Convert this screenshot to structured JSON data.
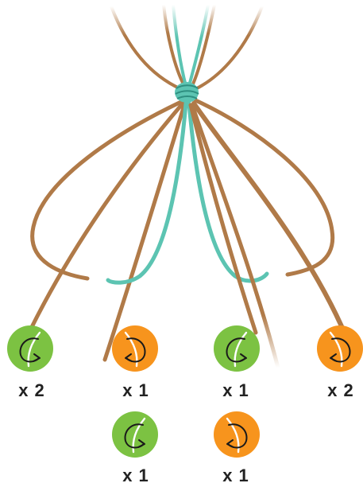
{
  "colors": {
    "strand": "#b07a48",
    "strand_dark": "#8e5d33",
    "teal": "#5cc4b2",
    "green": "#7cc242",
    "orange": "#f7941d",
    "knot_stroke": "#1a1a1a"
  },
  "knots": [
    {
      "name": "forward-knot",
      "color": "green",
      "direction": "clockwise",
      "count_label": "x 2"
    },
    {
      "name": "backward-knot",
      "color": "orange",
      "direction": "counterclockwise",
      "count_label": "x 1"
    },
    {
      "name": "forward-knot",
      "color": "green",
      "direction": "clockwise",
      "count_label": "x 1"
    },
    {
      "name": "backward-knot",
      "color": "orange",
      "direction": "counterclockwise",
      "count_label": "x 2"
    },
    {
      "name": "forward-knot",
      "color": "green",
      "direction": "clockwise",
      "count_label": "x 1"
    },
    {
      "name": "backward-knot",
      "color": "orange",
      "direction": "counterclockwise",
      "count_label": "x 1"
    }
  ]
}
